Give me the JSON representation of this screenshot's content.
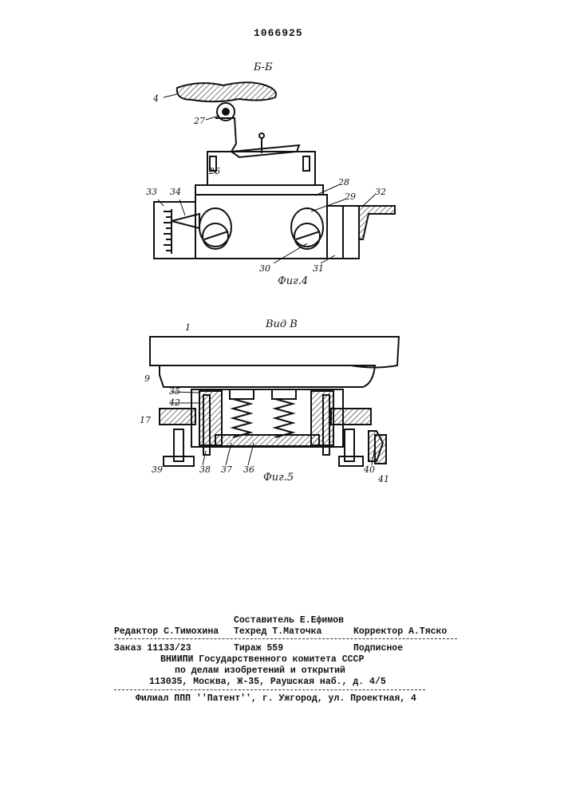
{
  "header": {
    "patent_number": "1066925"
  },
  "figure4": {
    "section_label": "Б-Б",
    "caption": "Фиг.4",
    "labels": [
      "4",
      "27",
      "26",
      "28",
      "29",
      "33",
      "34",
      "32",
      "30",
      "31"
    ]
  },
  "figure5": {
    "view_label": "Вид В",
    "caption": "Фиг.5",
    "labels": [
      "1",
      "9",
      "35",
      "42",
      "17",
      "39",
      "38",
      "37",
      "36",
      "40",
      "41"
    ]
  },
  "imprint": {
    "compiler": "Составитель Е.Ефимов",
    "editor": "Редактор С.Тимохина",
    "techred": "Техред Т.Маточка",
    "corrector": "Корректор А.Тяско",
    "order": "Заказ 11133/23",
    "circulation": "Тираж 559",
    "subscription": "Подписное",
    "org_line1": "ВНИИПИ Государственного комитета СССР",
    "org_line2": "по делам изобретений и открытий",
    "address": "113035, Москва, Ж-35, Раушская наб., д. 4/5",
    "branch": "Филиал ППП ''Патент'', г. Ужгород, ул. Проектная, 4"
  }
}
